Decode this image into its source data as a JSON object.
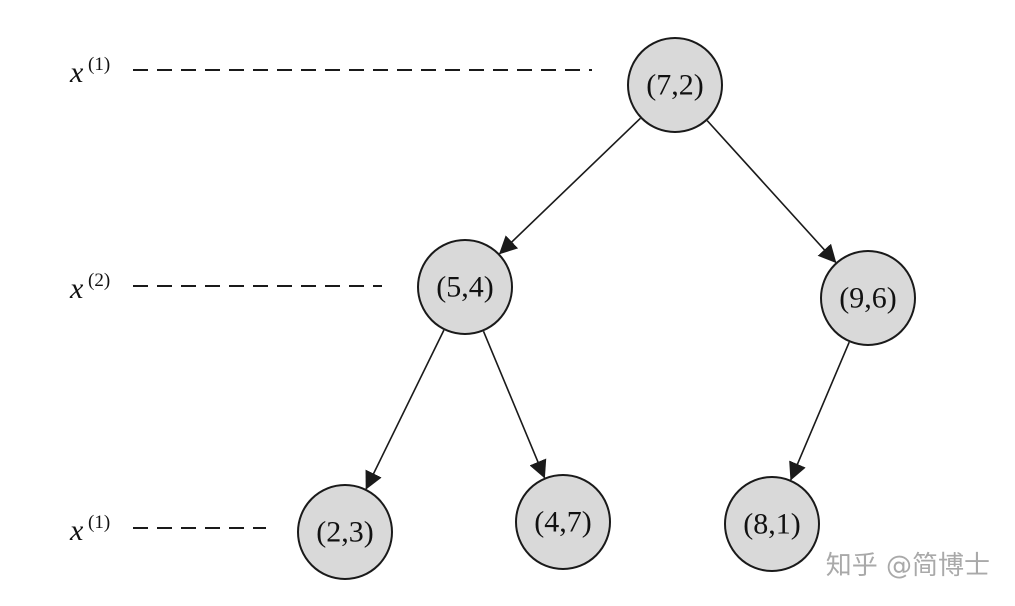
{
  "nodes": [
    {
      "id": "n72",
      "label": "(7,2)"
    },
    {
      "id": "n54",
      "label": "(5,4)"
    },
    {
      "id": "n96",
      "label": "(9,6)"
    },
    {
      "id": "n23",
      "label": "(2,3)"
    },
    {
      "id": "n47",
      "label": "(4,7)"
    },
    {
      "id": "n81",
      "label": "(8,1)"
    }
  ],
  "edges": [
    {
      "from": "n72",
      "to": "n54"
    },
    {
      "from": "n72",
      "to": "n96"
    },
    {
      "from": "n54",
      "to": "n23"
    },
    {
      "from": "n54",
      "to": "n47"
    },
    {
      "from": "n96",
      "to": "n81"
    }
  ],
  "levels": [
    {
      "var": "x",
      "sup": "(1)"
    },
    {
      "var": "x",
      "sup": "(2)"
    },
    {
      "var": "x",
      "sup": "(1)"
    }
  ],
  "watermark": "知乎 @简博士"
}
